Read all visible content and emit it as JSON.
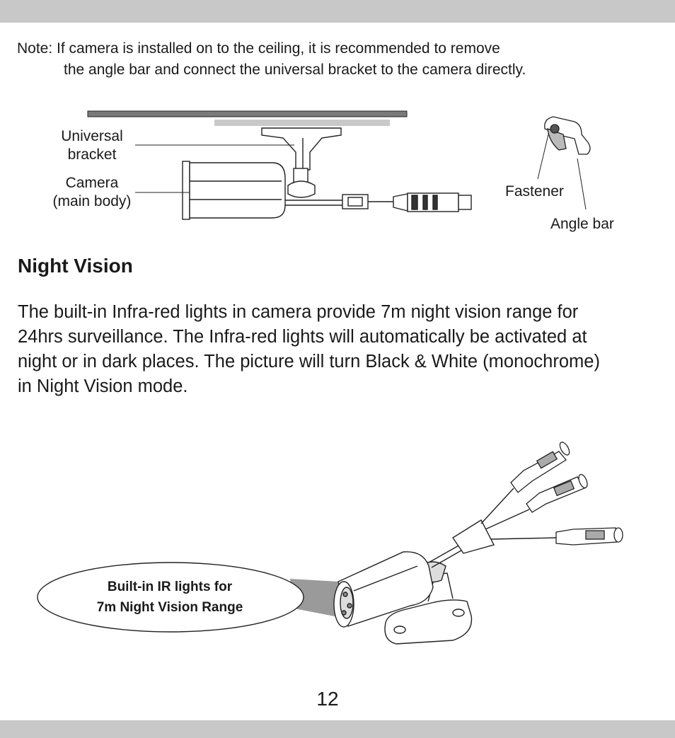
{
  "note": {
    "line1": "Note: If camera is installed on to the ceiling, it is recommended to remove",
    "line2": "the angle bar and connect the universal bracket  to the camera directly."
  },
  "diagram1": {
    "labels": {
      "universal_bracket_line1": "Universal",
      "universal_bracket_line2": "bracket",
      "camera_line1": "Camera",
      "camera_line2": "(main body)",
      "fastener": "Fastener",
      "angle_bar": "Angle bar"
    }
  },
  "section": {
    "title": "Night Vision",
    "body_lines": [
      "The built-in Infra-red lights in camera provide 7m night vision range for",
      "24hrs surveillance. The Infra-red lights will  automatically be activated at",
      "night or in dark places. The picture will turn Black & White (monochrome)",
      "in Night Vision mode."
    ]
  },
  "callout": {
    "line1": "Built-in IR lights for",
    "line2": "7m Night Vision Range"
  },
  "page_number": "12"
}
